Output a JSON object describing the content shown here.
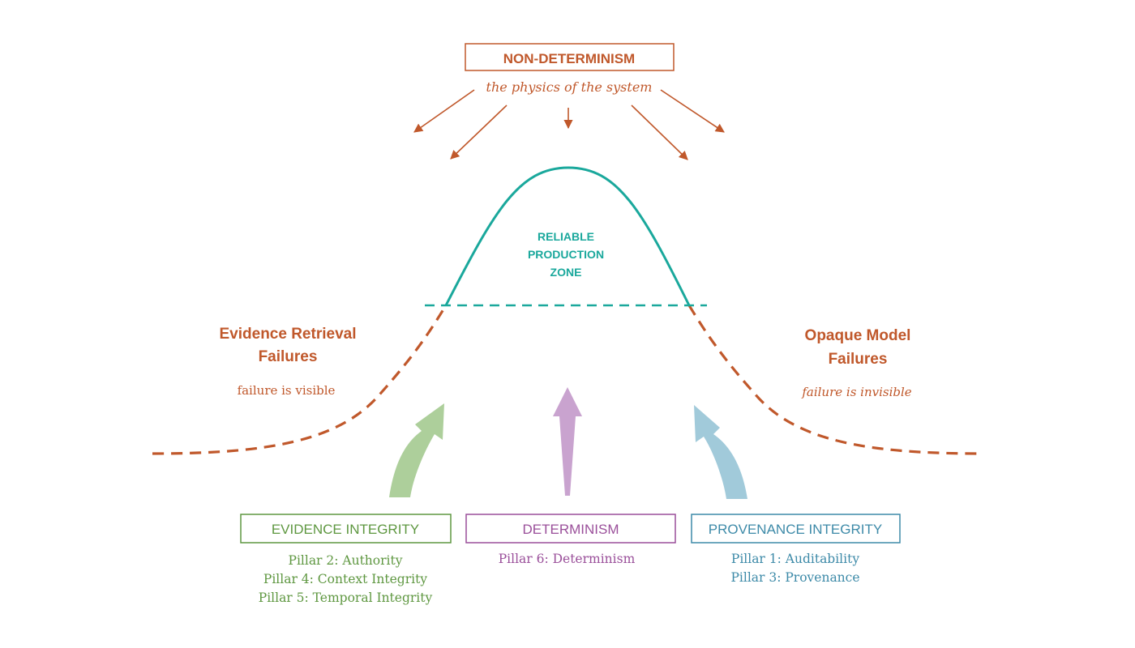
{
  "header": {
    "title": "NON-DETERMINISM",
    "subtitle": "the physics of the system"
  },
  "zone": {
    "lines": [
      "RELIABLE",
      "PRODUCTION",
      "ZONE"
    ]
  },
  "left_side": {
    "title_lines": [
      "Evidence Retrieval",
      "Failures"
    ],
    "note": "failure is visible"
  },
  "right_side": {
    "title_lines": [
      "Opaque Model",
      "Failures"
    ],
    "note": "failure is invisible"
  },
  "groups": [
    {
      "label": "EVIDENCE INTEGRITY",
      "pillars": [
        "Pillar 2: Authority",
        "Pillar 4: Context Integrity",
        "Pillar 5: Temporal Integrity"
      ]
    },
    {
      "label": "DETERMINISM",
      "pillars": [
        "Pillar 6: Determinism"
      ]
    },
    {
      "label": "PROVENANCE INTEGRITY",
      "pillars": [
        "Pillar 1: Auditability",
        "Pillar 3: Provenance"
      ]
    }
  ],
  "colors": {
    "orange": "#c0582b",
    "teal": "#1aa89c",
    "green": "#5e9740",
    "green_arrow": "#a9cc96",
    "purple": "#9a4f9a",
    "purple_arrow": "#c9a3cf",
    "blue": "#3d8aa8",
    "blue_arrow": "#9cc7d8"
  }
}
